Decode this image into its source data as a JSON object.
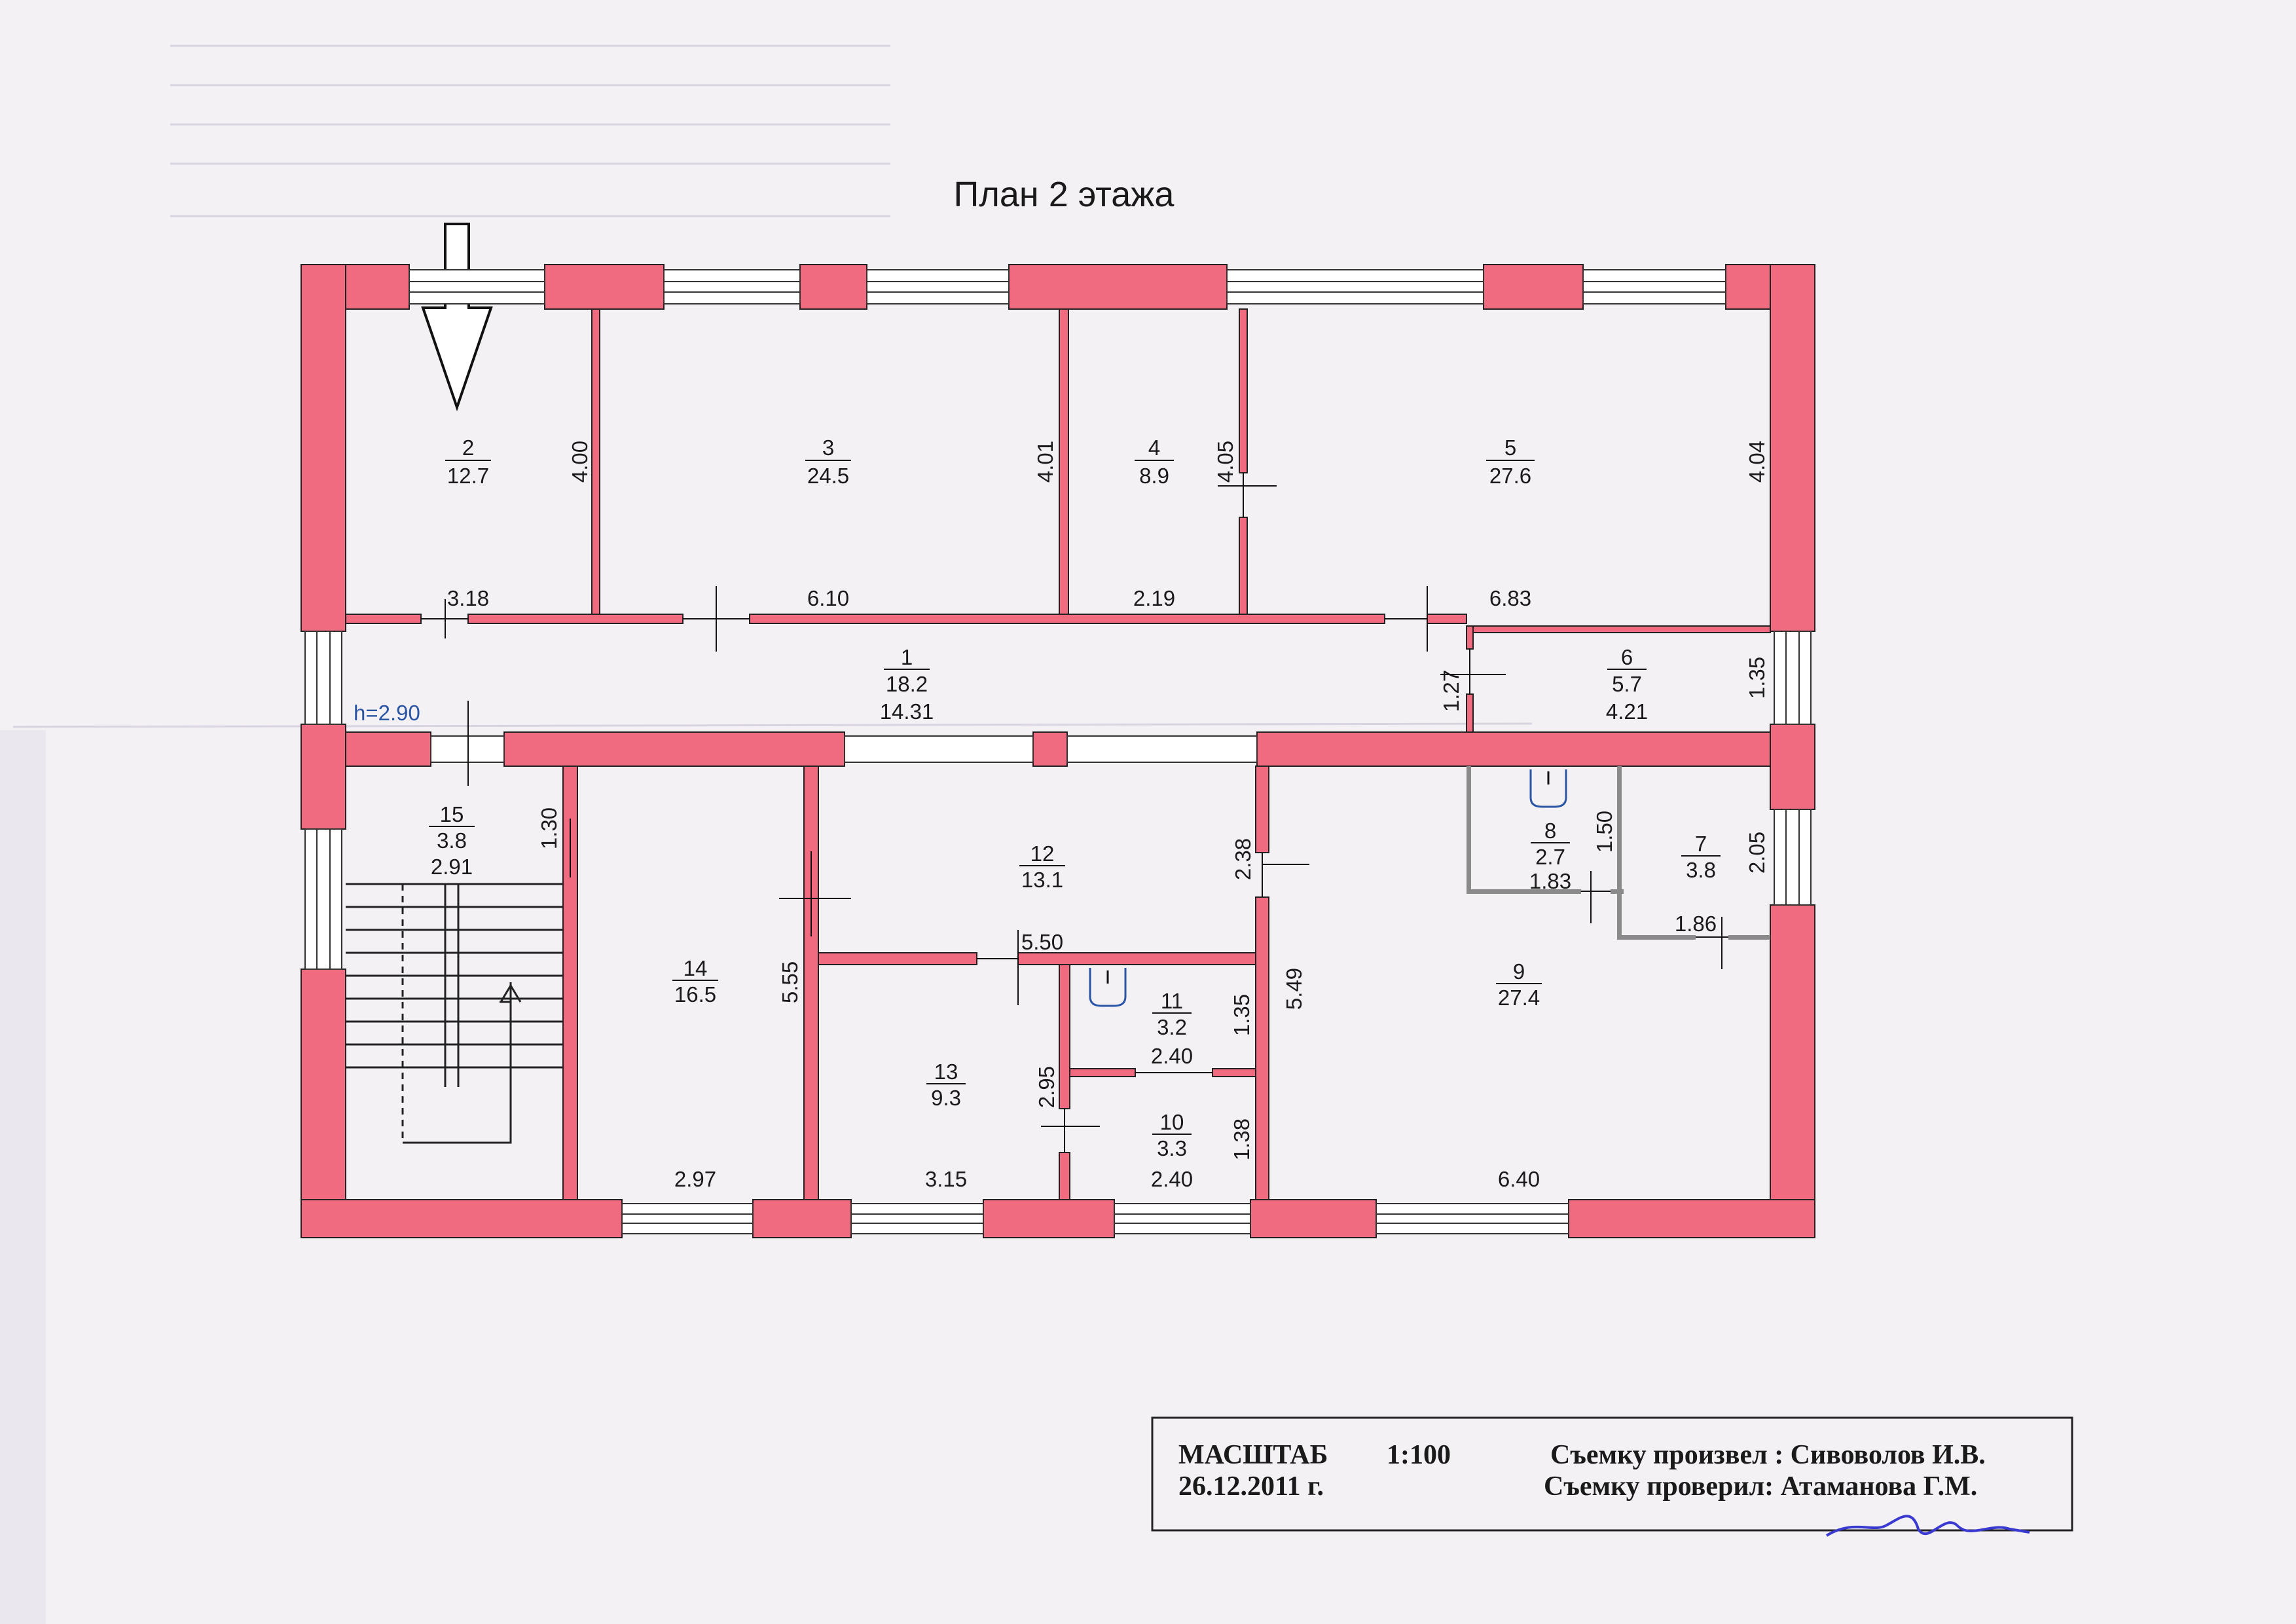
{
  "title": "План 2 этажа",
  "ceiling_height": "h=2.90",
  "colors": {
    "wall": "#f06a80",
    "background": "#f4f1f5",
    "ink": "#1a1a1a",
    "height_label": "#2a55a5",
    "signature": "#3a3ad0"
  },
  "rooms": [
    {
      "no": "1",
      "area": "18.2",
      "dim": "14.31"
    },
    {
      "no": "2",
      "area": "12.7"
    },
    {
      "no": "3",
      "area": "24.5"
    },
    {
      "no": "4",
      "area": "8.9"
    },
    {
      "no": "5",
      "area": "27.6"
    },
    {
      "no": "6",
      "area": "5.7",
      "dim": "4.21"
    },
    {
      "no": "7",
      "area": "3.8"
    },
    {
      "no": "8",
      "area": "2.7",
      "dim": "1.83"
    },
    {
      "no": "9",
      "area": "27.4"
    },
    {
      "no": "10",
      "area": "3.3",
      "dim": "2.40"
    },
    {
      "no": "11",
      "area": "3.2",
      "dim": "2.40"
    },
    {
      "no": "12",
      "area": "13.1"
    },
    {
      "no": "13",
      "area": "9.3"
    },
    {
      "no": "14",
      "area": "16.5"
    },
    {
      "no": "15",
      "area": "3.8",
      "dim": "2.91"
    }
  ],
  "dimensions": {
    "r2_h": "4.00",
    "r2_w": "3.18",
    "r3_h": "4.01",
    "r3_w": "6.10",
    "r4_h": "4.05",
    "r4_w": "2.19",
    "r5_h": "4.04",
    "r5_w": "6.83",
    "r6_h": "1.35",
    "r1_h": "1.27",
    "r15_h": "1.30",
    "r14_h": "5.55",
    "r14_w": "2.97",
    "r12_h": "2.38",
    "r12_w": "5.50",
    "r13_h": "2.95",
    "r13_w": "3.15",
    "r11_h": "1.35",
    "r10_h": "1.38",
    "r9_h": "5.49",
    "r9_w": "6.40",
    "r8_h": "1.50",
    "r7_h": "2.05",
    "r7_w": "1.86"
  },
  "stamp": {
    "scale_label": "МАСШТАБ",
    "scale": "1:100",
    "date": "26.12.2011 г.",
    "surveyed_by": "Съемку произвел : Сивоволов И.В.",
    "checked_by": "Съемку проверил: Атаманова Г.М."
  }
}
